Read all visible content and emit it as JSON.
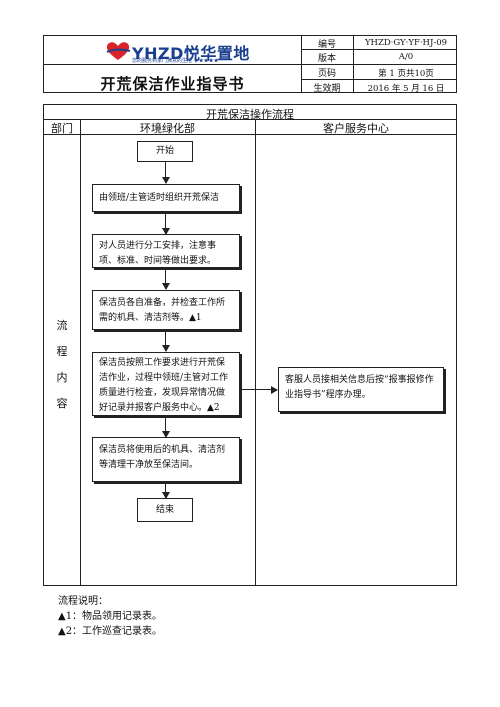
{
  "header": {
    "brand": "YHZD悦华置地",
    "brand_tagline": "您的服务到家门满意的生活 ★★★★★",
    "doc_title": "开荒保洁作业指导书",
    "meta": [
      {
        "label": "编号",
        "value": "YHZD·GY·YF·HJ-09"
      },
      {
        "label": "版本",
        "value": "A/0"
      },
      {
        "label": "页码",
        "value": "第 1 页共10页"
      },
      {
        "label": "生效期",
        "value": "2016 年 5 月 16 日"
      }
    ]
  },
  "flow": {
    "title": "开荒保洁操作流程",
    "col_dept": "部门",
    "col_env": "环境绿化部",
    "col_cs": "客户服务中心",
    "row_label": [
      "流",
      "程",
      "内",
      "容"
    ],
    "steps": {
      "start": "开始",
      "s1": "由领班/主管适时组织开荒保洁",
      "s2": "对人员进行分工安排，注意事项、标准、时间等做出要求。",
      "s3": "保洁员各自准备，并检查工作所需的机具、清洁剂等。▲1",
      "s4": "保洁员按照工作要求进行开荒保洁作业，过程中领班/主管对工作质量进行检查，发现异常情况做好记录并报客户服务中心。▲2",
      "s5": "保洁员将使用后的机具、清洁剂等清理干净放至保洁间。",
      "end": "结束",
      "cs": "客服人员接相关信息后按“报事报修作业指导书”程序办理。"
    }
  },
  "notes": {
    "heading": "流程说明：",
    "items": [
      "▲1：物品领用记录表。",
      "▲2：工作巡查记录表。"
    ]
  }
}
